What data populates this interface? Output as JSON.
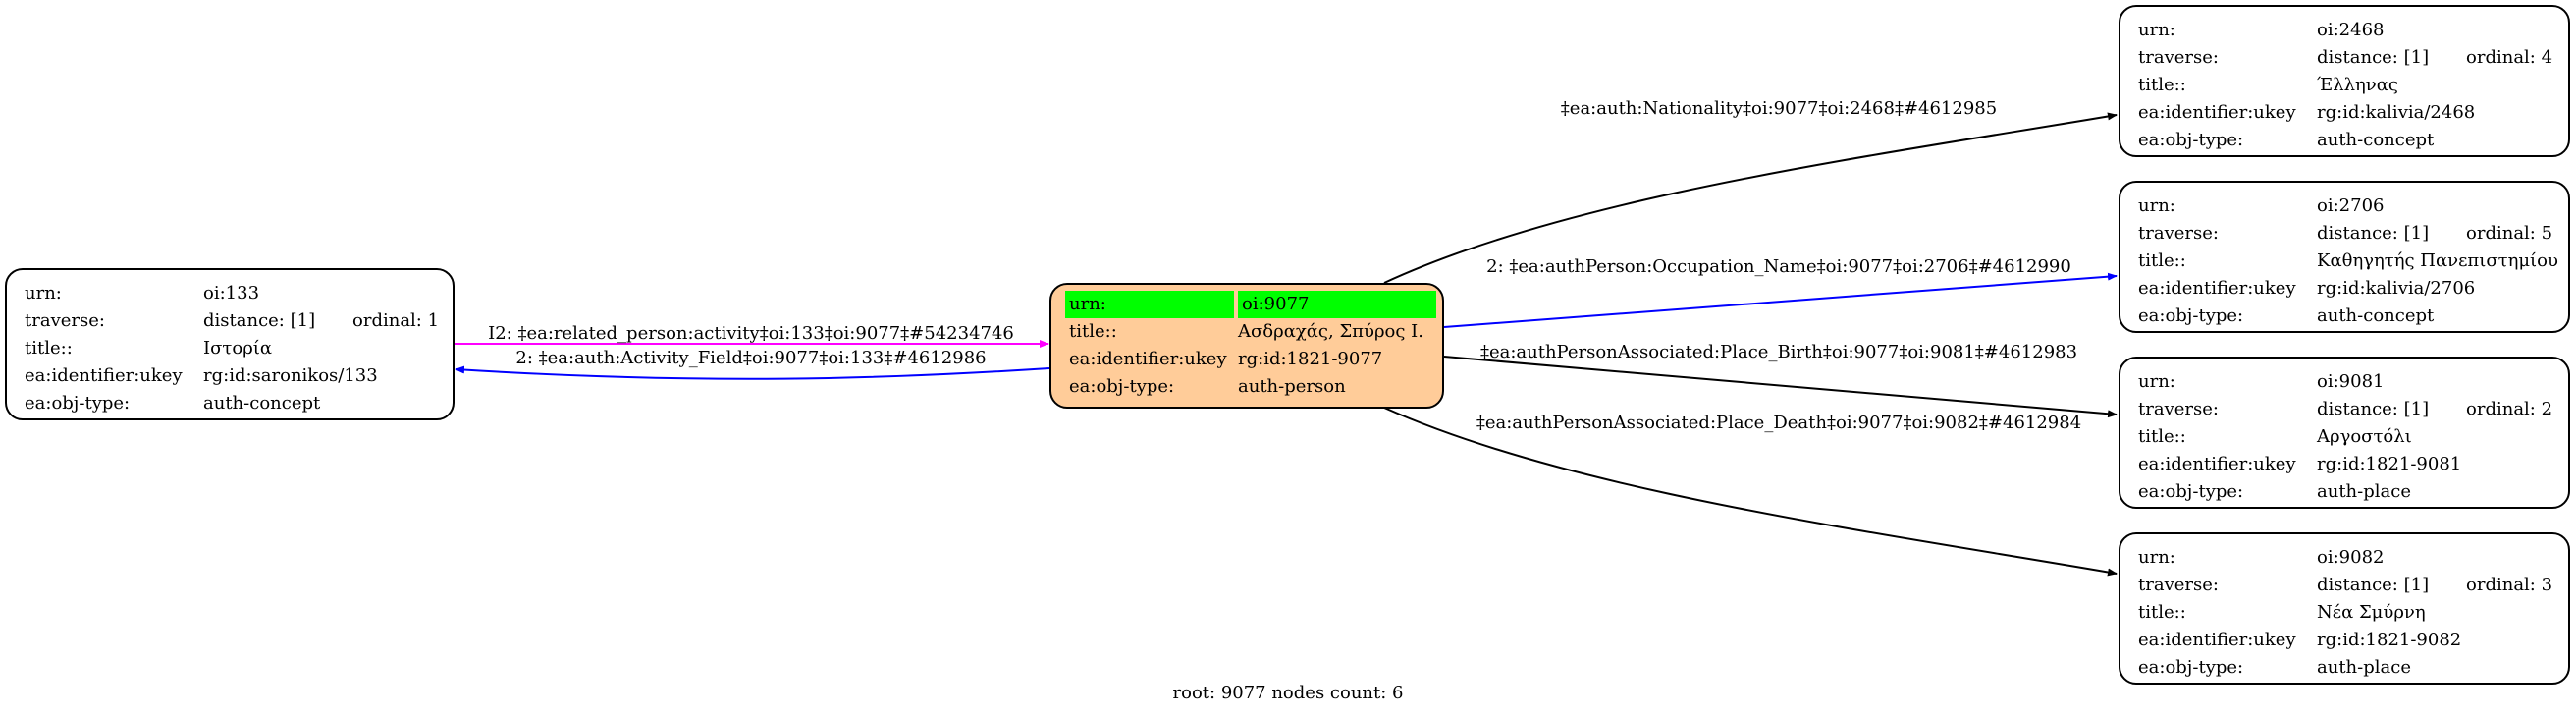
{
  "center_node": {
    "rows": [
      {
        "k": "urn:",
        "v": "oi:9077"
      },
      {
        "k": "title::",
        "v": "Ασδραχάς, Σπύρος Ι."
      },
      {
        "k": "ea:identifier:ukey",
        "v": "rg:id:1821-9077"
      },
      {
        "k": "ea:obj-type:",
        "v": "auth-person"
      }
    ],
    "fill": "#ffcc99",
    "highlight": "#00ff00"
  },
  "nodes": [
    {
      "urn": "oi:133",
      "distance": "distance: [1]",
      "ordinal": "ordinal: 1",
      "title": "Ιστορία",
      "ukey": "rg:id:saronikos/133",
      "type": "auth-concept"
    },
    {
      "urn": "oi:2468",
      "distance": "distance: [1]",
      "ordinal": "ordinal: 4",
      "title": "Έλληνας",
      "ukey": "rg:id:kalivia/2468",
      "type": "auth-concept"
    },
    {
      "urn": "oi:2706",
      "distance": "distance: [1]",
      "ordinal": "ordinal: 5",
      "title": "Καθηγητής Πανεπιστημίου",
      "ukey": "rg:id:kalivia/2706",
      "type": "auth-concept"
    },
    {
      "urn": "oi:9081",
      "distance": "distance: [1]",
      "ordinal": "ordinal: 2",
      "title": "Αργοστόλι",
      "ukey": "rg:id:1821-9081",
      "type": "auth-place"
    },
    {
      "urn": "oi:9082",
      "distance": "distance: [1]",
      "ordinal": "ordinal: 3",
      "title": "Νέα Σμύρνη",
      "ukey": "rg:id:1821-9082",
      "type": "auth-place"
    }
  ],
  "keys": {
    "urn": "urn:",
    "traverse": "traverse:",
    "title": "title::",
    "ukey": "ea:identifier:ukey",
    "type": "ea:obj-type:"
  },
  "edges": [
    {
      "label": "I2: ‡ea:related_person:activity‡oi:133‡oi:9077‡#54234746",
      "color": "#ff00ff"
    },
    {
      "label": "2: ‡ea:auth:Activity_Field‡oi:9077‡oi:133‡#4612986",
      "color": "#0000ff"
    },
    {
      "label": "‡ea:auth:Nationality‡oi:9077‡oi:2468‡#4612985",
      "color": "#000000"
    },
    {
      "label": "2: ‡ea:authPerson:Occupation_Name‡oi:9077‡oi:2706‡#4612990",
      "color": "#0000ff"
    },
    {
      "label": "‡ea:authPersonAssociated:Place_Birth‡oi:9077‡oi:9081‡#4612983",
      "color": "#000000"
    },
    {
      "label": "‡ea:authPersonAssociated:Place_Death‡oi:9077‡oi:9082‡#4612984",
      "color": "#000000"
    }
  ],
  "footer": "root: 9077 nodes count: 6"
}
